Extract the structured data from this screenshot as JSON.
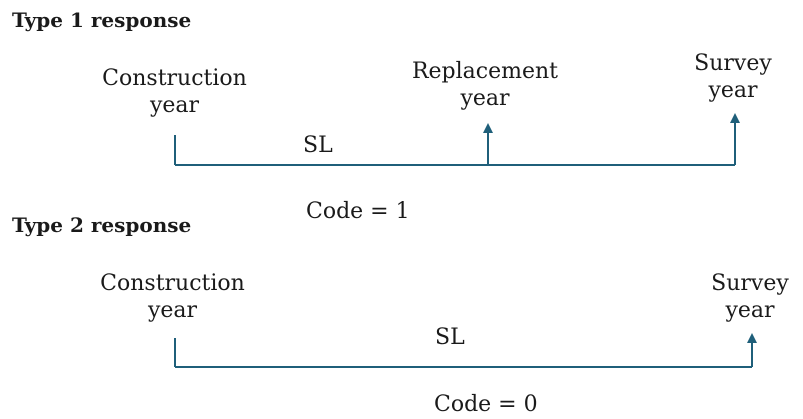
{
  "type1": {
    "heading": "Type 1 response",
    "construction": [
      "Construction",
      "year"
    ],
    "replacement": [
      "Replacement",
      "year"
    ],
    "survey": [
      "Survey",
      "year"
    ],
    "span_label": "SL",
    "code": "Code = 1"
  },
  "type2": {
    "heading": "Type 2 response",
    "construction": [
      "Construction",
      "year"
    ],
    "survey": [
      "Survey",
      "year"
    ],
    "span_label": "SL",
    "code": "Code = 0"
  },
  "colors": {
    "line": "#1f5f7a",
    "text": "#1a1a1a"
  }
}
